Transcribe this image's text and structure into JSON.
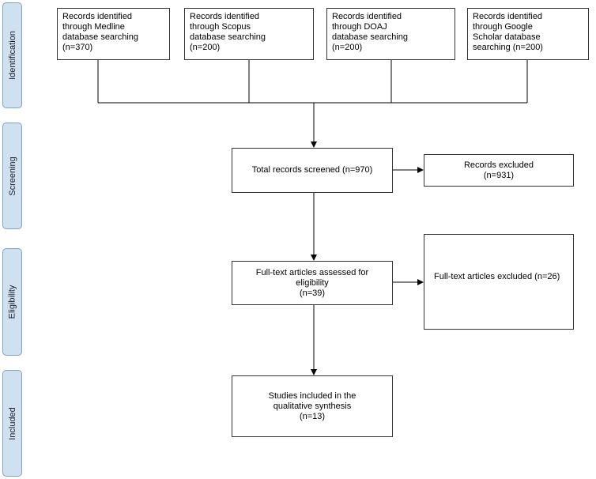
{
  "phases": [
    {
      "key": "identification",
      "label": "Identification"
    },
    {
      "key": "screening",
      "label": "Screening"
    },
    {
      "key": "eligibility",
      "label": "Eligibility"
    },
    {
      "key": "included",
      "label": "Included"
    }
  ],
  "identification": [
    {
      "lines": [
        "Records identified",
        "through Medline",
        "database searching",
        "(n=370)"
      ]
    },
    {
      "lines": [
        "Records identified",
        "through Scopus",
        "database searching",
        "(n=200)"
      ]
    },
    {
      "lines": [
        "Records identified",
        "through DOAJ",
        "database searching",
        "(n=200)"
      ]
    },
    {
      "lines": [
        "Records identified",
        "through Google",
        "Scholar database",
        "searching (n=200)"
      ]
    }
  ],
  "screening": {
    "screened": {
      "lines": [
        "Total records screened (n=970)"
      ]
    },
    "excluded": {
      "lines": [
        "Records excluded",
        "(n=931)"
      ]
    }
  },
  "eligibility": {
    "assessed": {
      "lines": [
        "Full-text articles assessed for",
        "eligibility",
        "(n=39)"
      ]
    },
    "excluded": {
      "lines": [
        "Full-text articles excluded (n=26)"
      ]
    }
  },
  "included": {
    "studies": {
      "lines": [
        "Studies included in the",
        "qualitative synthesis",
        "(n=13)"
      ]
    }
  },
  "colors": {
    "phase_fill": "#cfe0f1",
    "phase_border": "#7fa3c8",
    "line": "#000000"
  }
}
